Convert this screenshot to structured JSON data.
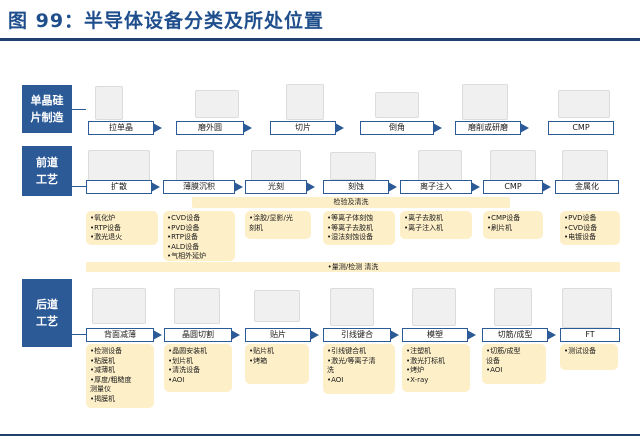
{
  "title": "图 99：半导体设备分类及所处位置",
  "rows": {
    "wafer": {
      "label": "单晶硅\n片制造",
      "steps": [
        "拉单晶",
        "磨外圆",
        "切片",
        "倒角",
        "磨削或研磨",
        "CMP"
      ]
    },
    "front": {
      "label": "前道\n工艺",
      "steps": [
        "扩散",
        "薄膜沉积",
        "光刻",
        "刻蚀",
        "离子注入",
        "CMP",
        "金属化"
      ],
      "inspection_band": "检验及清洗",
      "notes": [
        [
          "•氧化炉",
          "•RTP设备",
          "•激光退火"
        ],
        [
          "•CVD设备",
          "•PVD设备",
          "•RTP设备",
          "•ALD设备",
          "•气相外延炉"
        ],
        [
          "•涂胶/显影/光",
          "刻机"
        ],
        [
          "•等离子体刻蚀",
          "•等离子去胶机",
          "•湿法刻蚀设备"
        ],
        [
          "•离子去胶机",
          "•离子注入机"
        ],
        [
          "•CMP设备",
          "•刷片机"
        ],
        [
          "•PVD设备",
          "•CVD设备",
          "•电镀设备"
        ]
      ],
      "measurement_band": "•量测/检测 清洗"
    },
    "back": {
      "label": "后道\n工艺",
      "steps": [
        "背面减薄",
        "晶圆切割",
        "贴片",
        "引线键合",
        "模塑",
        "切筋/成型",
        "FT"
      ],
      "notes": [
        [
          "•检测设备",
          "•粘膜机",
          "•减薄机",
          "•厚度/粗糙度",
          "测量仪",
          "•揭膜机"
        ],
        [
          "•晶圆安装机",
          "•划片机",
          "•清洗设备",
          "•AOI"
        ],
        [
          "•贴片机",
          "•烤箱"
        ],
        [
          "•引线键合机",
          "•激光/等离子清",
          "洗",
          "•AOI"
        ],
        [
          "•注塑机",
          "•激光打标机",
          "•烤炉",
          "•X-ray"
        ],
        [
          "•切筋/成型",
          "设备",
          "•AOI"
        ],
        [
          "•测试设备"
        ]
      ]
    }
  }
}
